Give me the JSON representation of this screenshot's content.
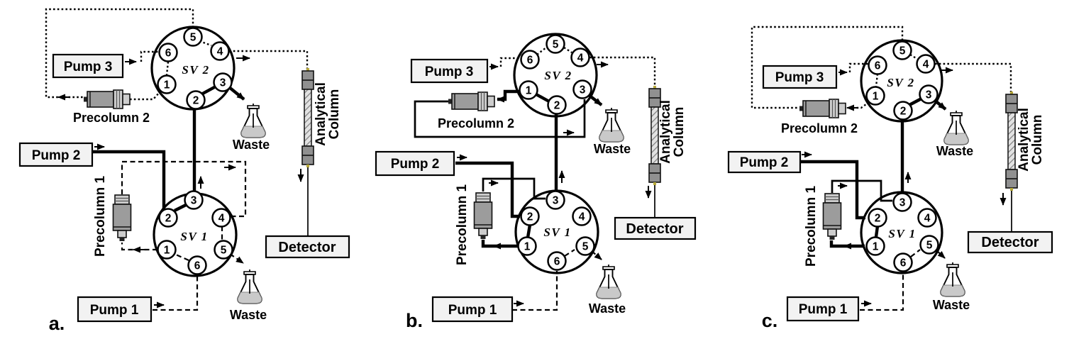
{
  "figure": {
    "background": "#ffffff",
    "line_color": "#000000",
    "box_fill": "#f2f2f2"
  },
  "panels": [
    {
      "letter": "a.",
      "pump1": "Pump 1",
      "pump2": "Pump 2",
      "pump3": "Pump 3",
      "sv1_label": "SV 1",
      "sv2_label": "SV 2",
      "precolumn1": "Precolumn 1",
      "precolumn2": "Precolumn 2",
      "waste_sv1": "Waste",
      "waste_sv2": "Waste",
      "analytical_column_line1": "Analytical",
      "analytical_column_line2": "Column",
      "detector": "Detector",
      "port_numbers": [
        "1",
        "2",
        "3",
        "4",
        "5",
        "6"
      ]
    },
    {
      "letter": "b.",
      "pump1": "Pump 1",
      "pump2": "Pump 2",
      "pump3": "Pump 3",
      "sv1_label": "SV 1",
      "sv2_label": "SV 2",
      "precolumn1": "Precolumn 1",
      "precolumn2": "Precolumn 2",
      "waste_sv1": "Waste",
      "waste_sv2": "Waste",
      "analytical_column_line1": "Analytical",
      "analytical_column_line2": "Column",
      "detector": "Detector",
      "port_numbers": [
        "1",
        "2",
        "3",
        "4",
        "5",
        "6"
      ]
    },
    {
      "letter": "c.",
      "pump1": "Pump 1",
      "pump2": "Pump 2",
      "pump3": "Pump 3",
      "sv1_label": "SV 1",
      "sv2_label": "SV 2",
      "precolumn1": "Precolumn 1",
      "precolumn2": "Precolumn 2",
      "waste_sv1": "Waste",
      "waste_sv2": "Waste",
      "analytical_column_line1": "Analytical",
      "analytical_column_line2": "Column",
      "detector": "Detector",
      "port_numbers": [
        "1",
        "2",
        "3",
        "4",
        "5",
        "6"
      ]
    }
  ]
}
